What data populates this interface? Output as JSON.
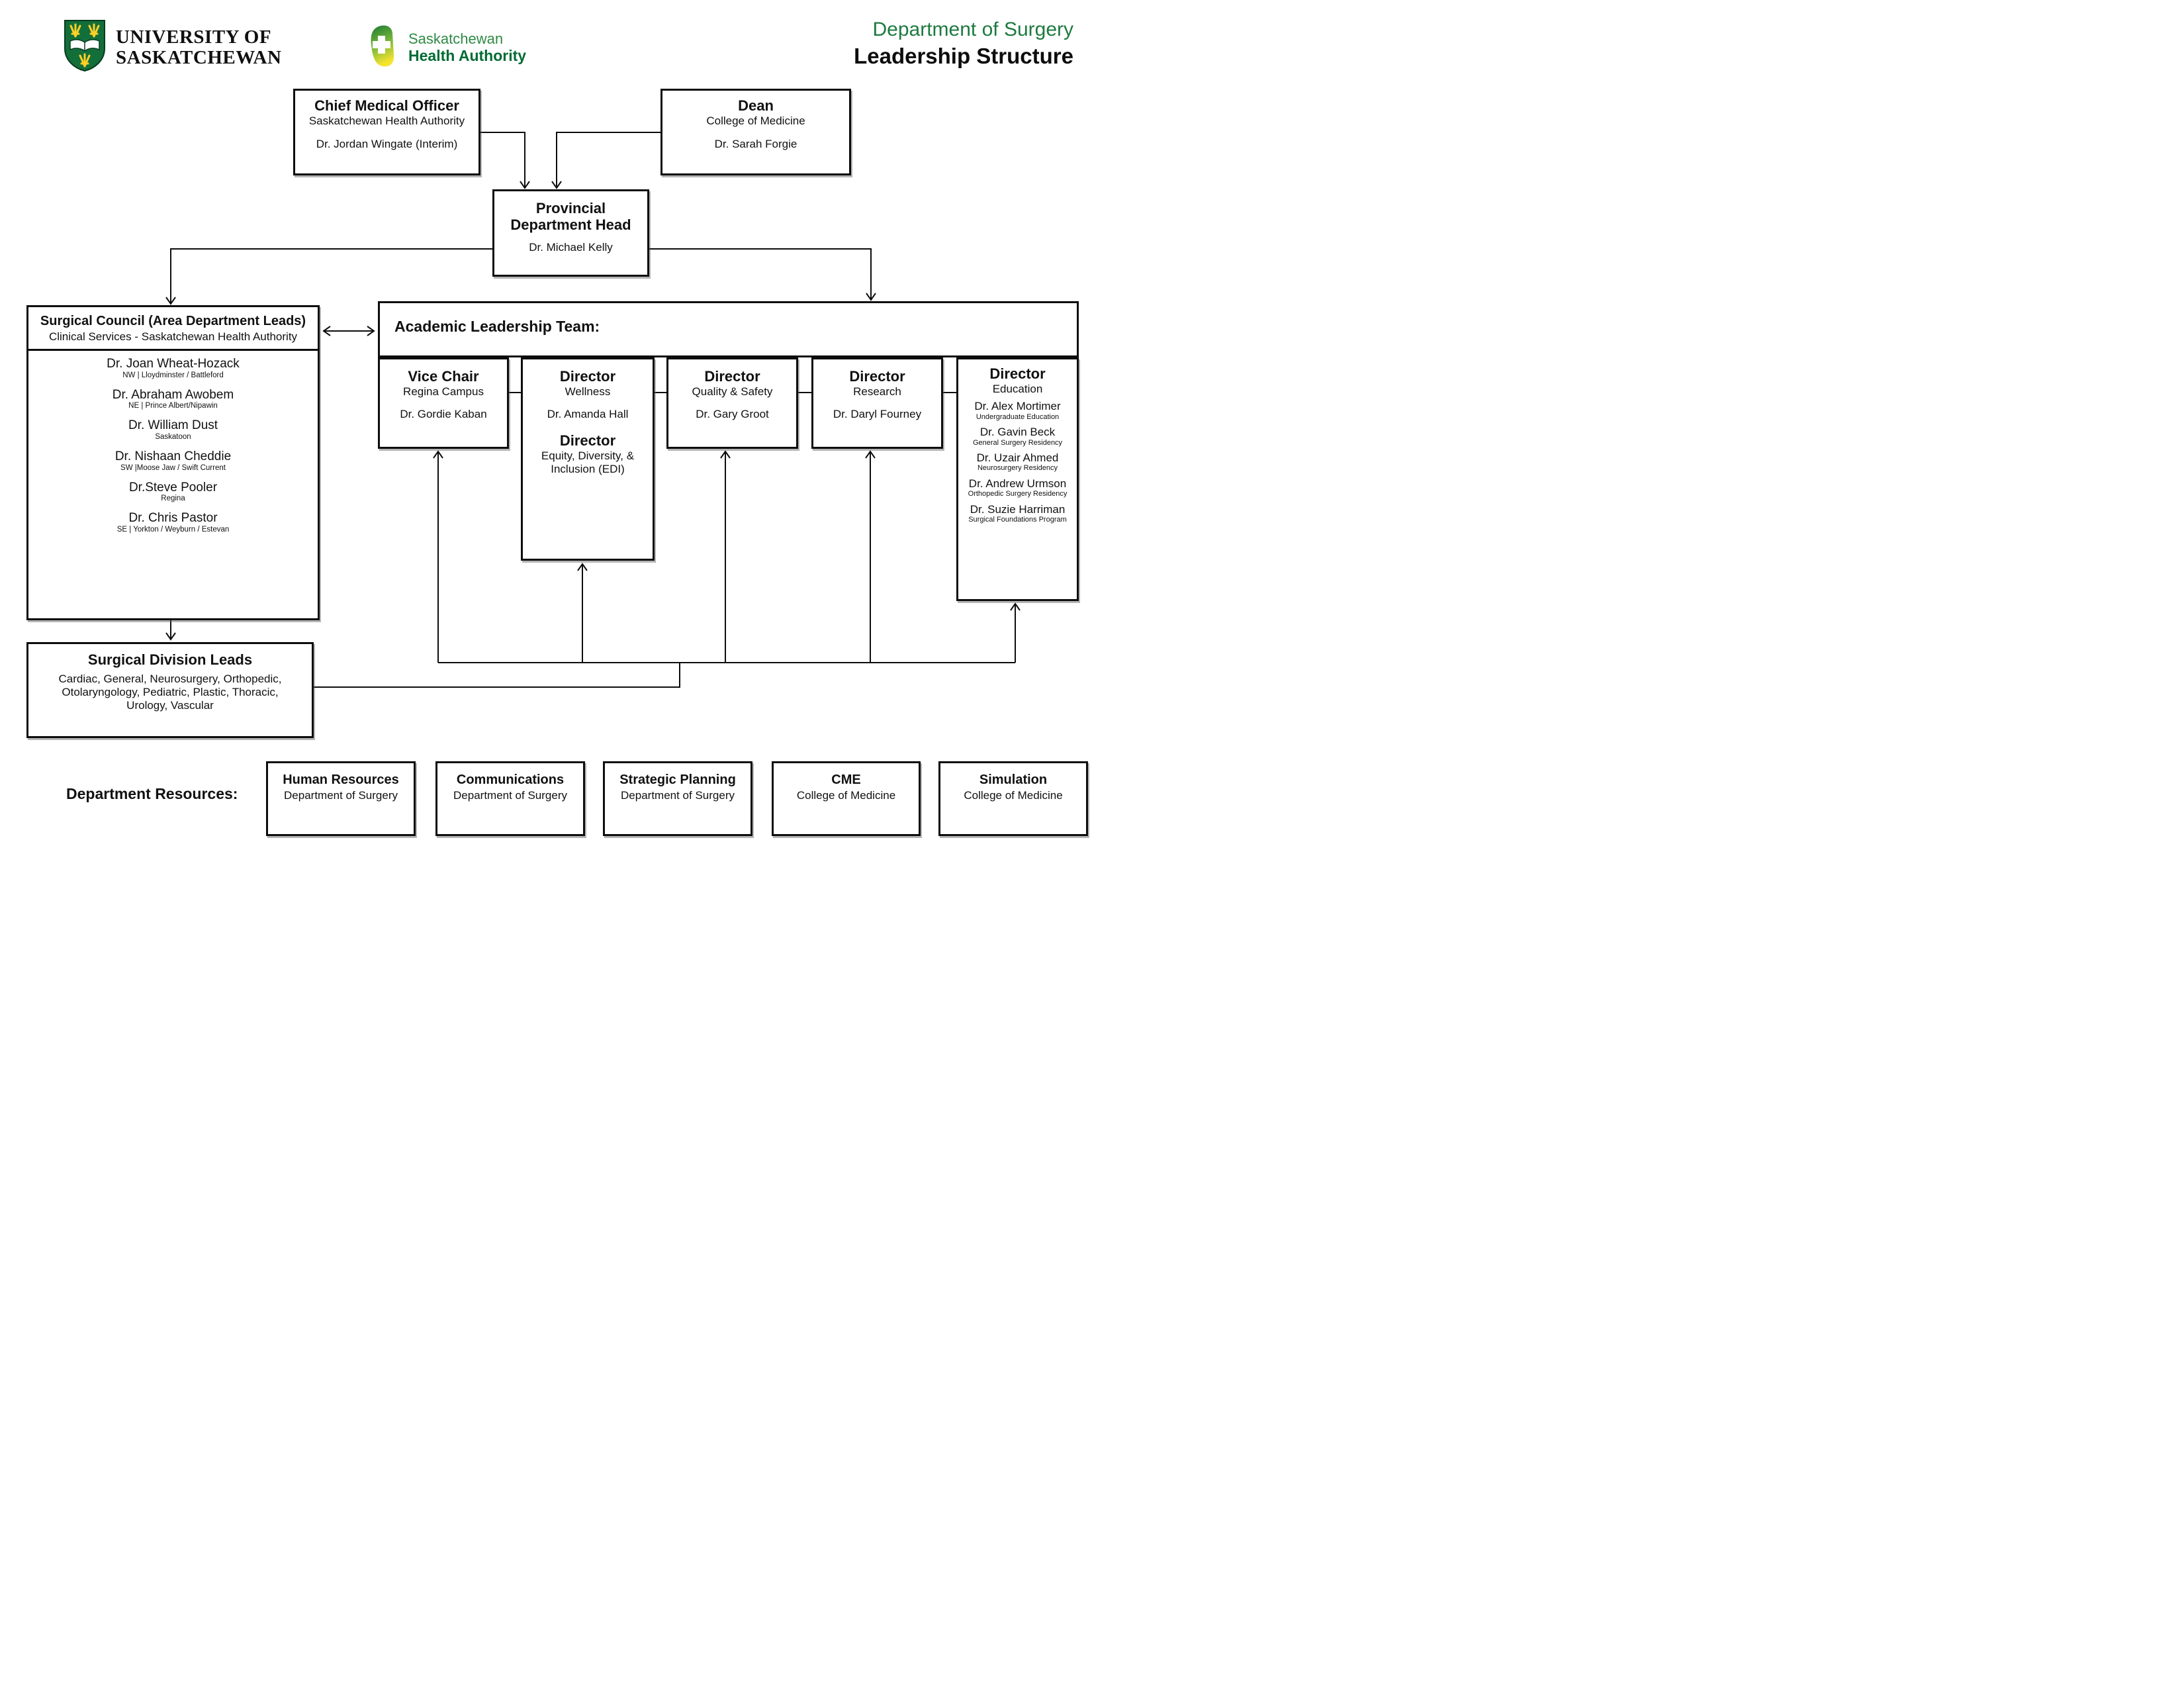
{
  "header": {
    "uofs_logo": {
      "line1": "UNIVERSITY OF",
      "line2": "SASKATCHEWAN"
    },
    "sha_logo": {
      "line1": "Saskatchewan",
      "line2": "Health Authority"
    },
    "title_line1": "Department of Surgery",
    "title_line2": "Leadership Structure"
  },
  "colors": {
    "brand_green": "#1e7a40",
    "sha_green": "#2f8a44",
    "sha_dark_green": "#006b33",
    "shield_green": "#136f39",
    "wheat_yellow": "#ffd028",
    "line_black": "#0d0d0d"
  },
  "cmo": {
    "title": "Chief Medical Officer",
    "org": "Saskatchewan Health Authority",
    "name": "Dr. Jordan Wingate (Interim)"
  },
  "dean": {
    "title": "Dean",
    "org": "College of Medicine",
    "name": "Dr. Sarah Forgie"
  },
  "pdh": {
    "title": "Provincial Department Head",
    "name": "Dr. Michael Kelly"
  },
  "surgical_council": {
    "title": "Surgical Council (Area Department Leads)",
    "subtitle": "Clinical Services - Saskatchewan Health Authority",
    "members": [
      {
        "name": "Dr. Joan Wheat-Hozack",
        "region": "NW | Lloydminster / Battleford"
      },
      {
        "name": "Dr. Abraham Awobem",
        "region": "NE | Prince Albert/Nipawin"
      },
      {
        "name": "Dr. William Dust",
        "region": "Saskatoon"
      },
      {
        "name": "Dr. Nishaan Cheddie",
        "region": "SW |Moose Jaw / Swift Current"
      },
      {
        "name": "Dr.Steve Pooler",
        "region": "Regina"
      },
      {
        "name": "Dr. Chris Pastor",
        "region": "SE | Yorkton / Weyburn / Estevan"
      }
    ]
  },
  "alt": {
    "title": "Academic Leadership Team:",
    "vice_chair": {
      "role": "Vice Chair",
      "unit": "Regina Campus",
      "name": "Dr. Gordie Kaban"
    },
    "wellness": {
      "role": "Director",
      "unit": "Wellness",
      "name": "Dr. Amanda Hall"
    },
    "edi": {
      "role": "Director",
      "unit": "Equity, Diversity, & Inclusion (EDI)"
    },
    "quality": {
      "role": "Director",
      "unit": "Quality & Safety",
      "name": "Dr. Gary Groot"
    },
    "research": {
      "role": "Director",
      "unit": "Research",
      "name": "Dr. Daryl Fourney"
    },
    "education": {
      "role": "Director",
      "unit": "Education",
      "members": [
        {
          "name": "Dr. Alex Mortimer",
          "program": "Undergraduate Education"
        },
        {
          "name": "Dr. Gavin Beck",
          "program": "General Surgery Residency"
        },
        {
          "name": "Dr. Uzair Ahmed",
          "program": "Neurosurgery Residency"
        },
        {
          "name": "Dr. Andrew Urmson",
          "program": "Orthopedic Surgery Residency"
        },
        {
          "name": "Dr. Suzie Harriman",
          "program": "Surgical Foundations Program"
        }
      ]
    }
  },
  "division_leads": {
    "title": "Surgical Division Leads",
    "specialties": "Cardiac, General, Neurosurgery, Orthopedic, Otolaryngology, Pediatric, Plastic, Thoracic, Urology, Vascular"
  },
  "resources": {
    "label": "Department Resources:",
    "items": [
      {
        "title": "Human Resources",
        "org": "Department of Surgery"
      },
      {
        "title": "Communications",
        "org": "Department of Surgery"
      },
      {
        "title": "Strategic Planning",
        "org": "Department of Surgery"
      },
      {
        "title": "CME",
        "org": "College of Medicine"
      },
      {
        "title": "Simulation",
        "org": "College of Medicine"
      }
    ]
  }
}
